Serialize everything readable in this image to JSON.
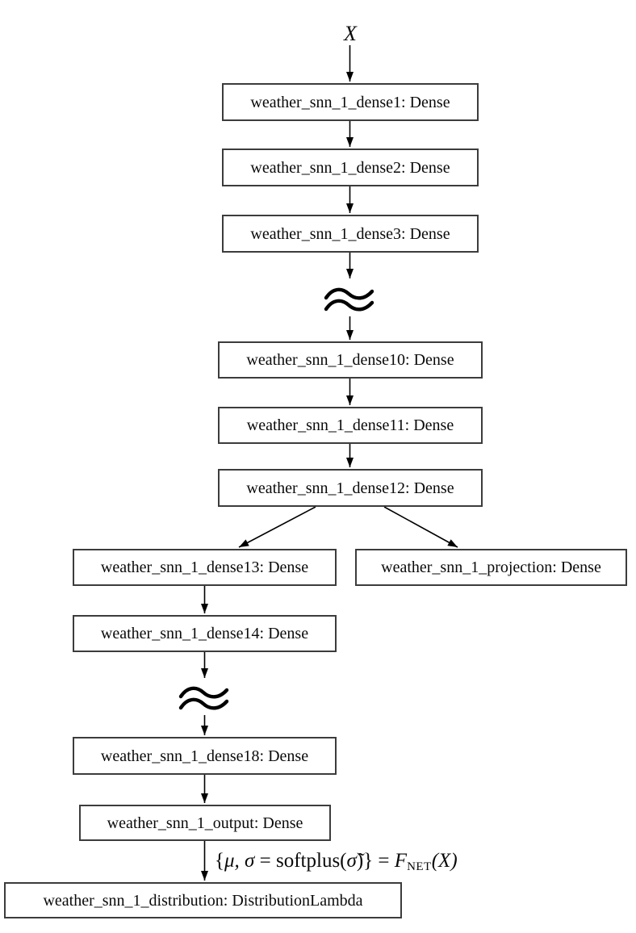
{
  "diagram": {
    "input_label": "X",
    "nodes": [
      {
        "label": "weather_snn_1_dense1: Dense"
      },
      {
        "label": "weather_snn_1_dense2: Dense"
      },
      {
        "label": "weather_snn_1_dense3: Dense"
      },
      {
        "label": "weather_snn_1_dense10: Dense"
      },
      {
        "label": "weather_snn_1_dense11: Dense"
      },
      {
        "label": "weather_snn_1_dense12: Dense"
      },
      {
        "label": "weather_snn_1_dense13: Dense"
      },
      {
        "label": "weather_snn_1_projection: Dense"
      },
      {
        "label": "weather_snn_1_dense14: Dense"
      },
      {
        "label": "weather_snn_1_dense18: Dense"
      },
      {
        "label": "weather_snn_1_output: Dense"
      },
      {
        "label": "weather_snn_1_distribution: DistributionLambda"
      }
    ],
    "ellipsis_symbol": "≈",
    "formula": {
      "open": "{",
      "mu_sigma": "μ, σ",
      "equals": " = ",
      "func": " softplus(",
      "sigma_tilde": "σ̃",
      "close": ")} = ",
      "f": "F",
      "sub": "NET",
      "args": "(X)"
    },
    "colors": {
      "background": "#ffffff",
      "node_border": "#3c3c3c",
      "edge": "#000000",
      "text": "#0a0a0a"
    }
  }
}
